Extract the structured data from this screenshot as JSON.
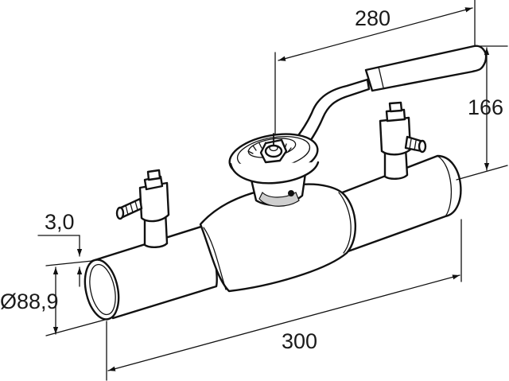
{
  "diagram": {
    "dimensions": {
      "handle_length": "280",
      "handle_height": "166",
      "wall_thickness": "3,0",
      "pipe_diameter": "Ø88,9",
      "overall_length": "300"
    }
  }
}
